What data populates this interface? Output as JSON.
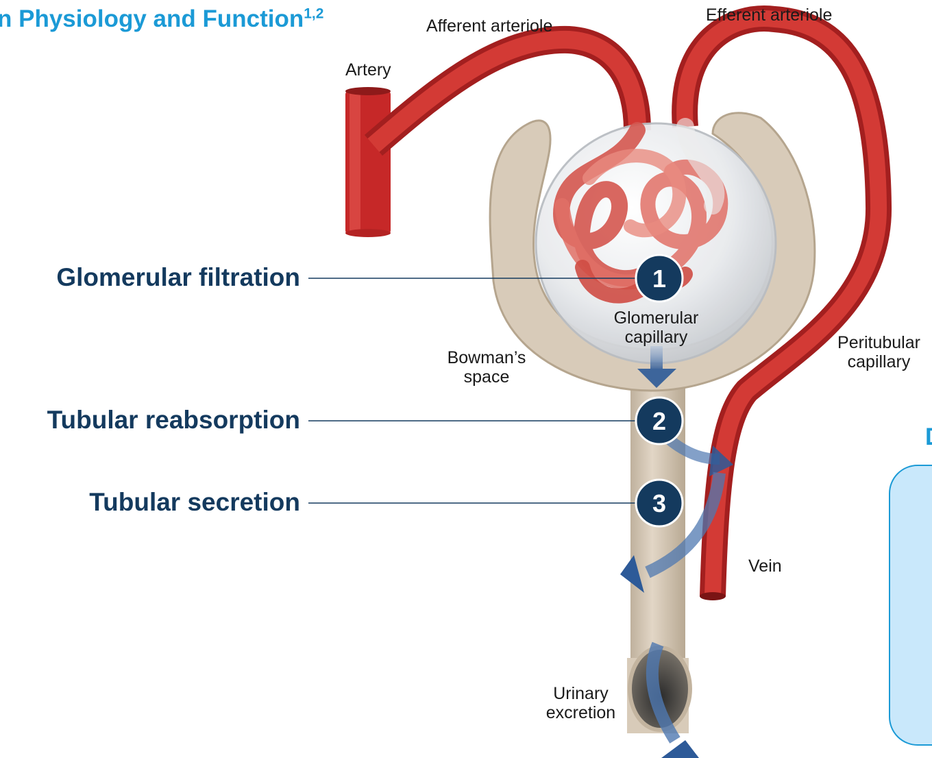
{
  "title": {
    "text": "n Physiology and Function",
    "superscript": "1,2"
  },
  "labels": {
    "afferent": "Afferent arteriole",
    "efferent": "Efferent arteriole",
    "artery": "Artery",
    "glomerular_capillary": [
      "Glomerular",
      "capillary"
    ],
    "bowmans_space": [
      "Bowman’s",
      "space"
    ],
    "peritubular_capillary": [
      "Peritubular",
      "capillary"
    ],
    "vein": "Vein",
    "urinary_excretion": [
      "Urinary",
      "excretion"
    ]
  },
  "steps": [
    {
      "number": "1",
      "label": "Glomerular filtration"
    },
    {
      "number": "2",
      "label": "Tubular reabsorption"
    },
    {
      "number": "3",
      "label": "Tubular secretion"
    }
  ],
  "side_panel_title": "D",
  "colors": {
    "title": "#1b9ad6",
    "step_text": "#143a5e",
    "vessel": "#c62828",
    "tissue": "#d8cbb9",
    "arrow": "#2d5a98",
    "callout_fill": "#c9e8fb"
  }
}
